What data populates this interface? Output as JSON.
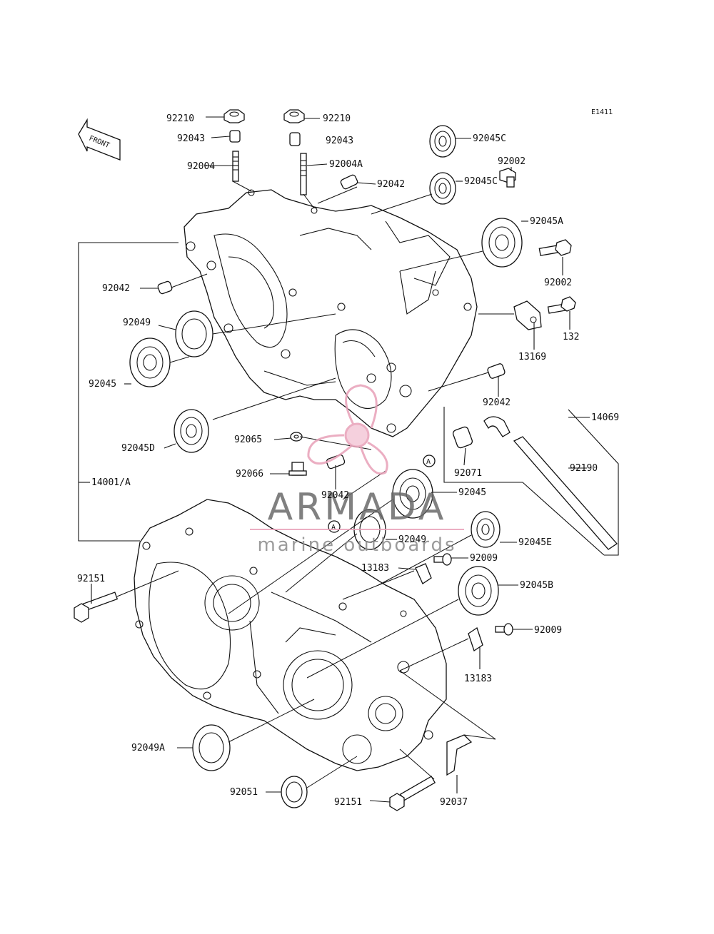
{
  "diagram_code": "E1411",
  "front_arrow_label": "FRONT",
  "callout_A": "A",
  "watermark": {
    "brand": "ARMADA",
    "tagline": "marine outboards",
    "accent": "#e8a0b8"
  },
  "labels": {
    "p92210_l": "92210",
    "p92210_r": "92210",
    "p92043_l": "92043",
    "p92043_r": "92043",
    "p92004": "92004",
    "p92004A": "92004A",
    "p92042_top": "92042",
    "p92045C_top": "92045C",
    "p92045C_mid": "92045C",
    "p92002_top": "92002",
    "p92045A": "92045A",
    "p92002_bot": "92002",
    "p92042_left": "92042",
    "p132": "132",
    "p13169": "13169",
    "p92049_top": "92049",
    "p92045": "92045",
    "p92042_right": "92042",
    "p14069": "14069",
    "p92045D": "92045D",
    "p92065": "92065",
    "p92190": "92190",
    "p92066": "92066",
    "p92071": "92071",
    "p14001A": "14001/A",
    "p92042_mid": "92042",
    "p92045_mid": "92045",
    "p92049_mid": "92049",
    "p92045E": "92045E",
    "p92009_top": "92009",
    "p13183_top": "13183",
    "p92151_left": "92151",
    "p92045B": "92045B",
    "p92009_bot": "92009",
    "p13183_bot": "13183",
    "p92049A": "92049A",
    "p92051": "92051",
    "p92151_bot": "92151",
    "p92037": "92037"
  }
}
